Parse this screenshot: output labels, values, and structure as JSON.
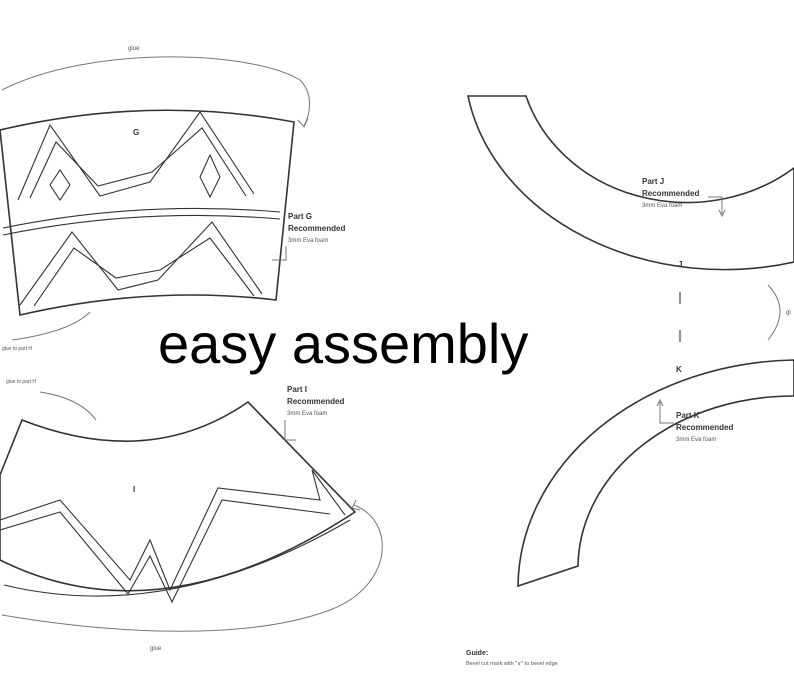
{
  "headline": "easy assembly",
  "glue_labels": {
    "top_g": "glue",
    "g_to_h": "glue to part H",
    "i_to_h": "glue to part H",
    "bottom_i": "glue",
    "j_k": "gl"
  },
  "parts": {
    "g": {
      "letter": "G",
      "name": "Part G",
      "recommended": "Recommended",
      "material": "3mm Eva foam"
    },
    "i": {
      "letter": "I",
      "name": "Part I",
      "recommended": "Recommended",
      "material": "3mm Eva foam"
    },
    "j": {
      "letter": "J",
      "name": "Part J",
      "recommended": "Recommended",
      "material": "3mm Eva foam"
    },
    "k": {
      "letter": "K",
      "name": "Part K",
      "recommended": "Recommended",
      "material": "3mm Eva foam"
    }
  },
  "guide": {
    "title": "Guide:",
    "text": "Bevel cut mark with \"∨\" to bevel edge"
  }
}
